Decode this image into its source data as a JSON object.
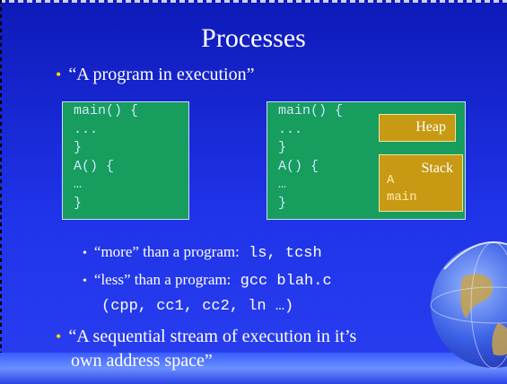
{
  "slide": {
    "title": "Processes",
    "bullet1": "“A program in execution”",
    "box1_code": "main() {\n...\n}\nA() {\n…\n}",
    "box2_code": "main() {\n...\n}\nA() {\n…\n}",
    "heap_label": "Heap",
    "stack_label": "Stack",
    "stack_frame_a": "A",
    "stack_frame_main": "main",
    "sub1_text": "“more” than a program:",
    "sub1_code": "ls, tcsh",
    "sub2_text": "“less” than a program:",
    "sub2_code": "gcc blah.c",
    "sub2_cont": "(cpp, cc1, cc2, ln …)",
    "bullet2_line1": "“A sequential stream of execution in it’s",
    "bullet2_line2": "own address space”"
  },
  "colors": {
    "background": "#1f33e8",
    "code_box": "#179d5e",
    "memory_box": "#c89a14",
    "bullet_dot": "#ffd700"
  }
}
